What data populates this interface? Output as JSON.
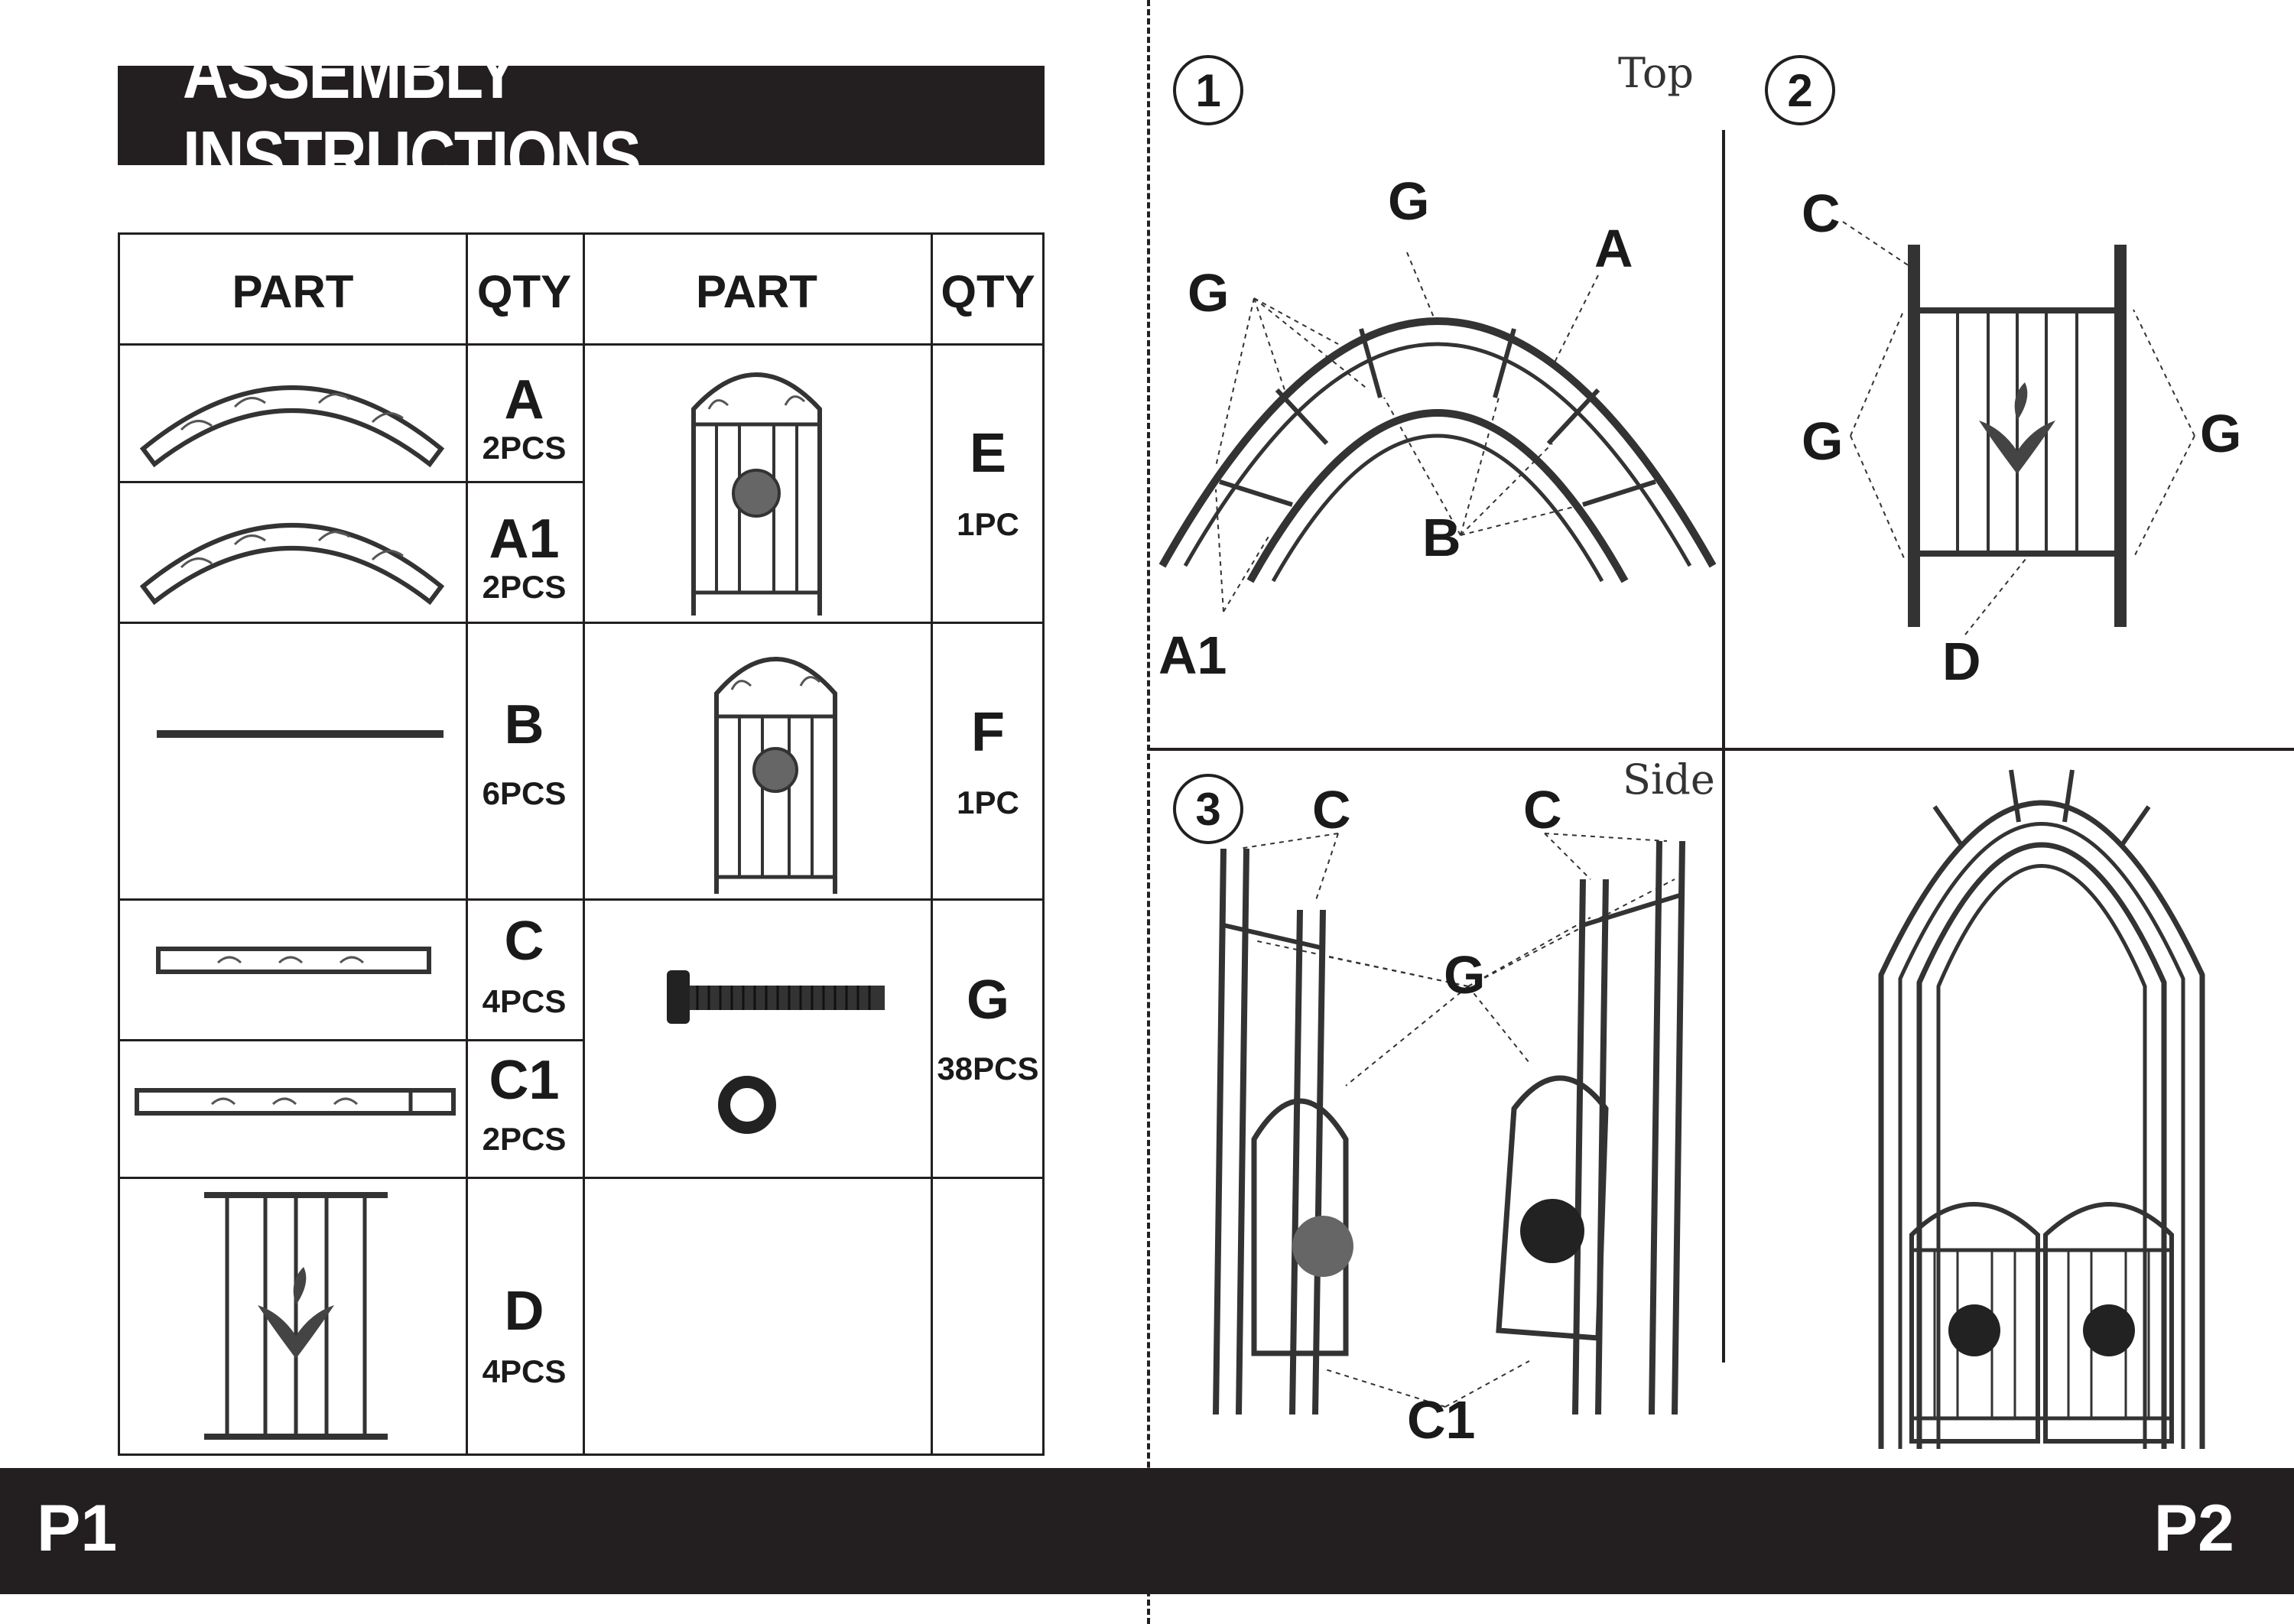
{
  "title": "ASSEMBLY INSTRUCTIONS",
  "table": {
    "headers": [
      "PART",
      "QTY",
      "PART",
      "QTY"
    ],
    "parts": [
      {
        "code": "A",
        "qty": "2PCS",
        "icon": "arch-segment-icon"
      },
      {
        "code": "A1",
        "qty": "2PCS",
        "icon": "arch-segment-icon"
      },
      {
        "code": "B",
        "qty": "6PCS",
        "icon": "rod-icon"
      },
      {
        "code": "C",
        "qty": "4PCS",
        "icon": "scroll-bar-icon"
      },
      {
        "code": "C1",
        "qty": "2PCS",
        "icon": "scroll-bar-icon"
      },
      {
        "code": "D",
        "qty": "4PCS",
        "icon": "side-panel-icon"
      },
      {
        "code": "E",
        "qty": "1PC",
        "icon": "gate-icon"
      },
      {
        "code": "F",
        "qty": "1PC",
        "icon": "gate-icon"
      },
      {
        "code": "G",
        "qty": "38PCS",
        "icon": "bolt-and-washer-icon"
      }
    ]
  },
  "steps": [
    {
      "number": "1",
      "view": "Top",
      "labels": {
        "g_top": "G",
        "g_left": "G",
        "a": "A",
        "b": "B",
        "a1": "A1"
      }
    },
    {
      "number": "2",
      "labels": {
        "c": "C",
        "g_left": "G",
        "g_right": "G",
        "d": "D"
      }
    },
    {
      "number": "3",
      "view": "Side",
      "labels": {
        "c_left": "C",
        "c_right": "C",
        "g": "G",
        "c1": "C1"
      }
    },
    {
      "number": "",
      "labels": {}
    }
  ],
  "footer": {
    "left_page": "P1",
    "right_page": "P2"
  },
  "colors": {
    "ink": "#231f20",
    "paper": "#ffffff"
  }
}
